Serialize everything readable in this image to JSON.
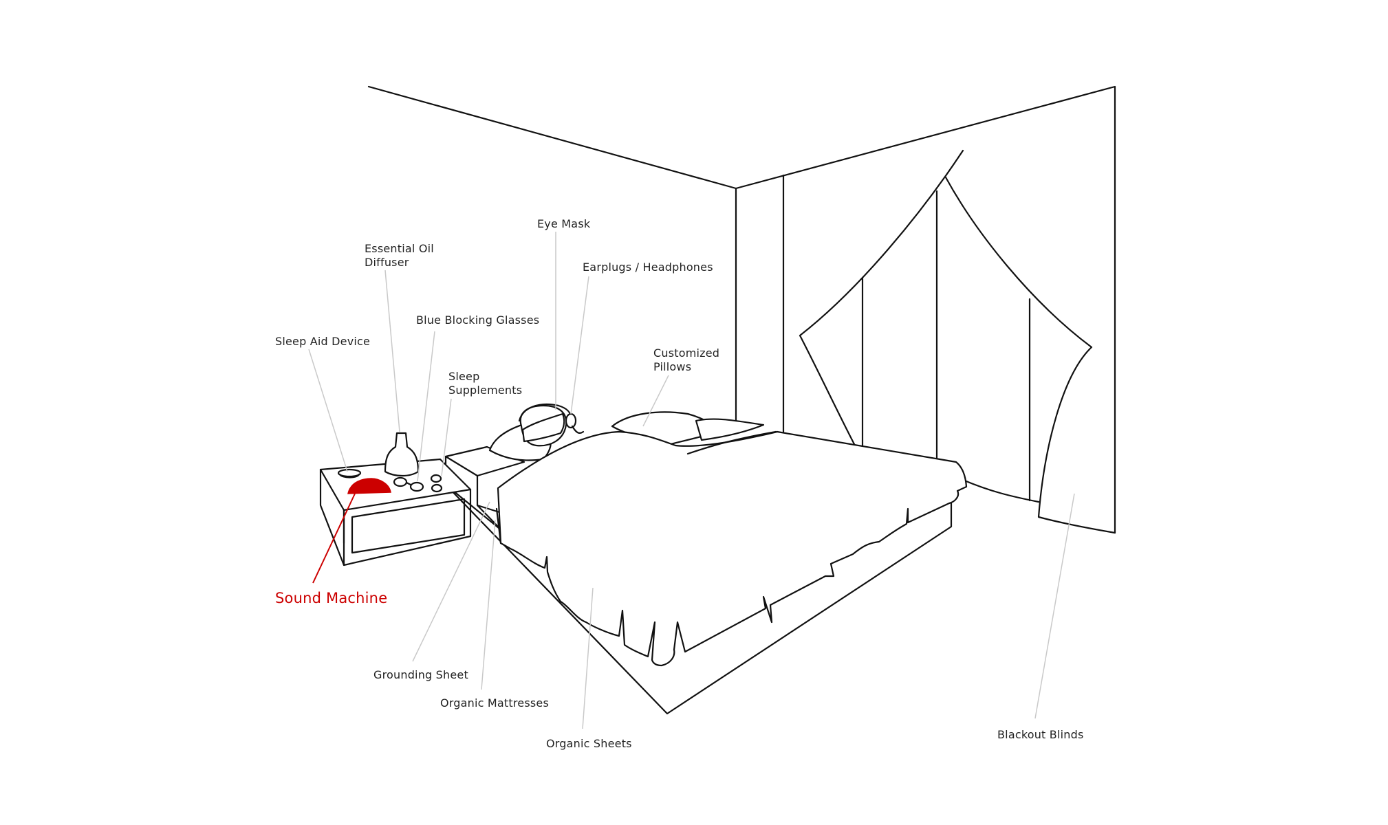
{
  "highlight_color": "#cc0000",
  "labels": {
    "sound_machine": "Sound Machine",
    "sleep_aid_device": "Sleep Aid Device",
    "essential_oil_diffuser": [
      "Essential Oil",
      "Diffuser"
    ],
    "blue_blocking_glasses": "Blue Blocking Glasses",
    "sleep_supplements": [
      "Sleep",
      "Supplements"
    ],
    "eye_mask": "Eye Mask",
    "earplugs_headphones": "Earplugs / Headphones",
    "customized_pillows": [
      "Customized",
      "Pillows"
    ],
    "grounding_sheet": "Grounding Sheet",
    "organic_mattresses": "Organic Mattresses",
    "organic_sheets": "Organic Sheets",
    "blackout_blinds": "Blackout Blinds"
  }
}
